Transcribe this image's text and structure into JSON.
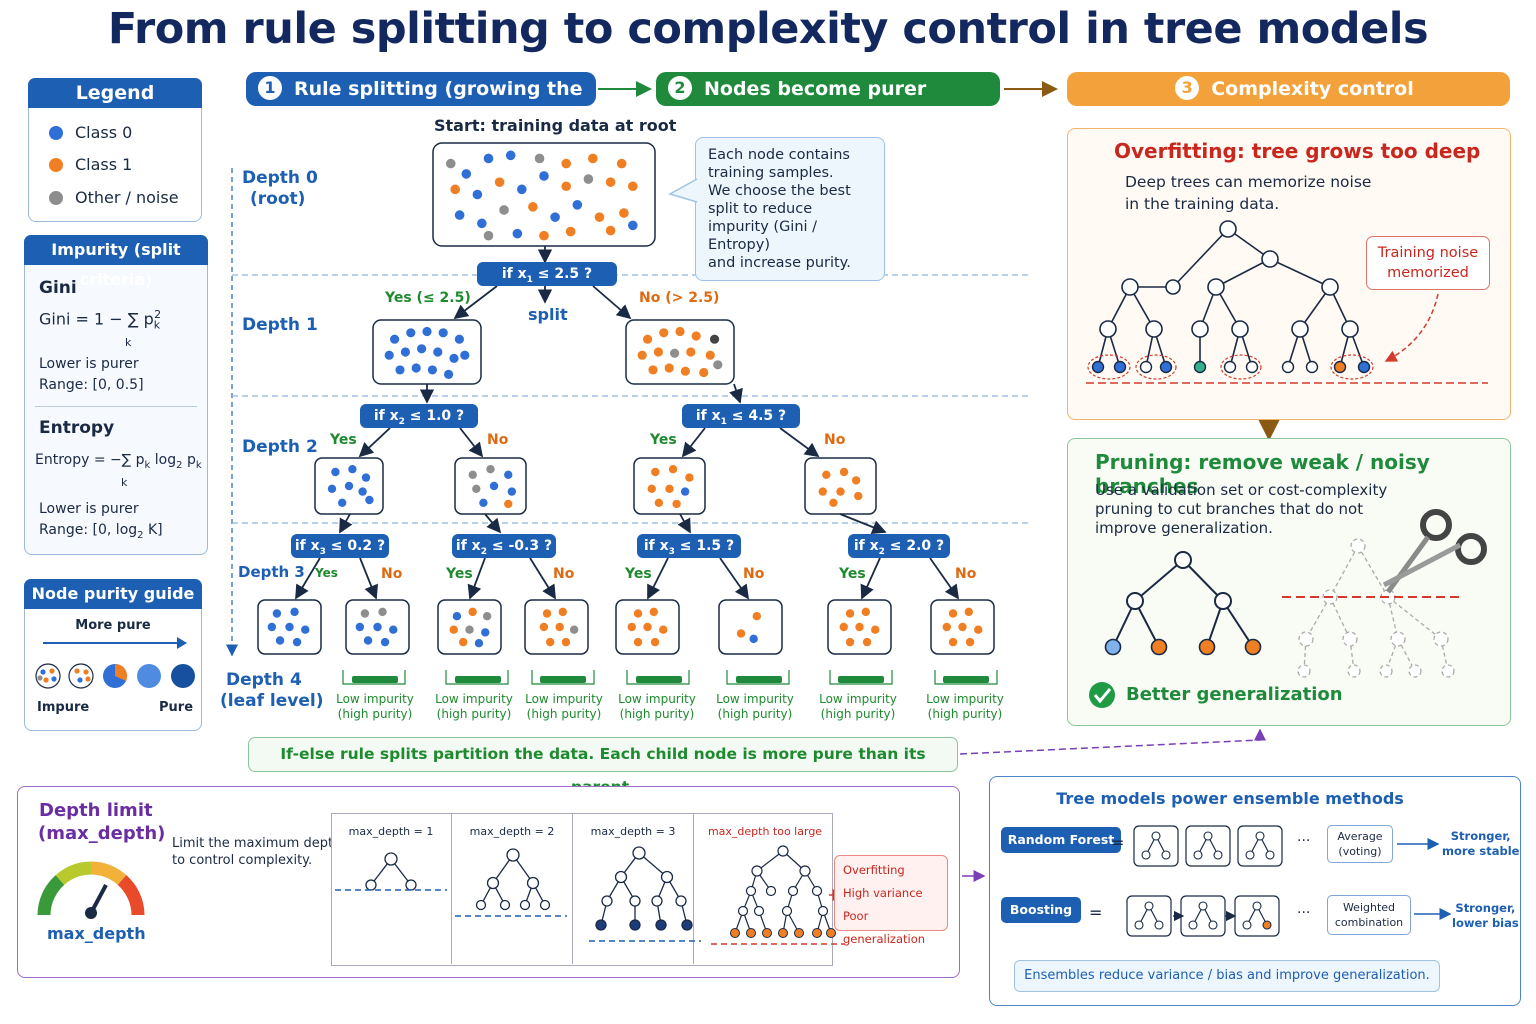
{
  "title": "From rule splitting to complexity control in tree models",
  "legend": {
    "title": "Legend",
    "items": [
      {
        "label": "Class 0",
        "color": "#2f6fd6"
      },
      {
        "label": "Class 1",
        "color": "#f07f24"
      },
      {
        "label": "Other / noise",
        "color": "#8e8e8e"
      }
    ]
  },
  "impurity": {
    "title": "Impurity (split criteria)",
    "gini_name": "Gini",
    "gini_formula": "Gini = 1 − ∑ p",
    "gini_note": "Lower is purer",
    "gini_range": "Range: [0, 0.5]",
    "entropy_name": "Entropy",
    "entropy_formula": "Entropy = −∑ p",
    "entropy_note": "Lower is purer",
    "entropy_range": "Range: [0, log",
    "entropy_range_end": " K]"
  },
  "purity_guide": {
    "title": "Node purity guide",
    "direction": "More pure",
    "left": "Impure",
    "right": "Pure"
  },
  "stages": [
    {
      "num": "1",
      "label": "Rule splitting (growing the tree)",
      "color": "#1d5fb2"
    },
    {
      "num": "2",
      "label": "Nodes become purer",
      "color": "#1f8a3c"
    },
    {
      "num": "3",
      "label": "Complexity control",
      "color": "#f3a13a"
    }
  ],
  "tree": {
    "start_label": "Start: training data at root",
    "callout": [
      "Each node contains",
      "training samples.",
      "We choose the best",
      "split to reduce",
      "impurity (Gini / Entropy)",
      "and increase purity."
    ],
    "depths": [
      {
        "label": "Depth 0",
        "sub": "(root)"
      },
      {
        "label": "Depth 1",
        "sub": ""
      },
      {
        "label": "Depth 2",
        "sub": ""
      },
      {
        "label": "Depth 3",
        "sub": ""
      },
      {
        "label": "Depth 4",
        "sub": "(leaf level)"
      }
    ],
    "split_word": "split",
    "root_yes": "Yes (≤ 2.5)",
    "root_no": "No (> 2.5)",
    "conditions": {
      "root": {
        "a": "if  x",
        "s": "1",
        "b": " ≤ 2.5   ?"
      },
      "d1l": {
        "a": "if  x",
        "s": "2",
        "b": " ≤ 1.0   ?"
      },
      "d1r": {
        "a": "if  x",
        "s": "1",
        "b": " ≤ 4.5   ?"
      },
      "d2a": {
        "a": "if  x",
        "s": "3",
        "b": " ≤ 0.2  ?"
      },
      "d2b": {
        "a": "if  x",
        "s": "2",
        "b": " ≤ -0.3 ?"
      },
      "d2c": {
        "a": "if  x",
        "s": "3",
        "b": " ≤ 1.5  ?"
      },
      "d2d": {
        "a": "if  x",
        "s": "2",
        "b": " ≤ 2.0  ?"
      }
    },
    "yes": "Yes",
    "no": "No",
    "leaf_label_1": "Low impurity",
    "leaf_label_2": "(high purity)",
    "summary": "If-else rule splits partition the data. Each child node is more pure than its parent."
  },
  "overfit": {
    "title": "Overfitting: tree grows too deep",
    "text1": "Deep trees can memorize noise",
    "text2": "in the training data.",
    "noise_1": "Training noise",
    "noise_2": "memorized"
  },
  "pruning": {
    "title": "Pruning: remove weak / noisy branches",
    "text1": "Use a validation set or cost-complexity",
    "text2": "pruning to cut branches that do not",
    "text3": "improve generalization.",
    "result": "Better generalization"
  },
  "depth_limit": {
    "title1": "Depth limit",
    "title2": "(max_depth)",
    "gauge_label": "max_depth",
    "desc1": "Limit the maximum depth",
    "desc2": "to control complexity.",
    "cols": [
      "max_depth = 1",
      "max_depth = 2",
      "max_depth = 3",
      "max_depth too large"
    ],
    "warn": [
      "Overfitting",
      "High variance",
      "Poor generalization"
    ]
  },
  "ensembles": {
    "title": "Tree models power ensemble methods",
    "rf": "Random Forest",
    "boost": "Boosting",
    "eq": "=",
    "dots": "···",
    "avg1": "Average",
    "avg2": "(voting)",
    "wc1": "Weighted",
    "wc2": "combination",
    "rf_out1": "Stronger,",
    "rf_out2": "more stable",
    "b_out1": "Stronger,",
    "b_out2": "lower bias",
    "footer": "Ensembles reduce variance / bias and improve generalization."
  }
}
